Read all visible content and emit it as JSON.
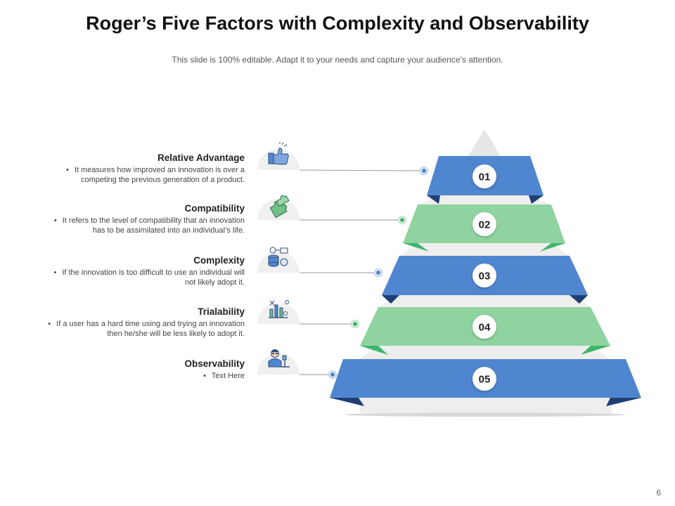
{
  "title": "Roger’s Five Factors with Complexity and Observability",
  "subtitle": "This slide is 100% editable. Adapt it to your needs and capture your audience's attention.",
  "colors": {
    "blue": "#4f86cf",
    "blue_dark": "#1f3f73",
    "green": "#8fd3a0",
    "green_dark": "#3fb56a",
    "gray": "#eeeeee"
  },
  "factors": [
    {
      "number": "01",
      "name": "Relative Advantage",
      "bullet": "•",
      "description": "It measures how improved an innovation is over a competing the previous generation of a product.",
      "icon": "thumbs-up-icon"
    },
    {
      "number": "02",
      "name": "Compatibility",
      "bullet": "•",
      "description": "It refers to the level of compatibility that an innovation has to be assimilated into an individual’s life.",
      "icon": "puzzle-icon"
    },
    {
      "number": "03",
      "name": "Complexity",
      "bullet": "•",
      "description": "If the innovation is too difficult to use an individual will not likely adopt it.",
      "icon": "database-network-icon"
    },
    {
      "number": "04",
      "name": "Trialability",
      "bullet": "•",
      "description": "If a user has a hard time using and trying an innovation then he/she will be less likely to adopt it.",
      "icon": "lab-flasks-icon"
    },
    {
      "number": "05",
      "name": "Observability",
      "bullet": "•",
      "description": "Text Here",
      "icon": "scientist-microscope-icon"
    }
  ],
  "page_number": "6"
}
